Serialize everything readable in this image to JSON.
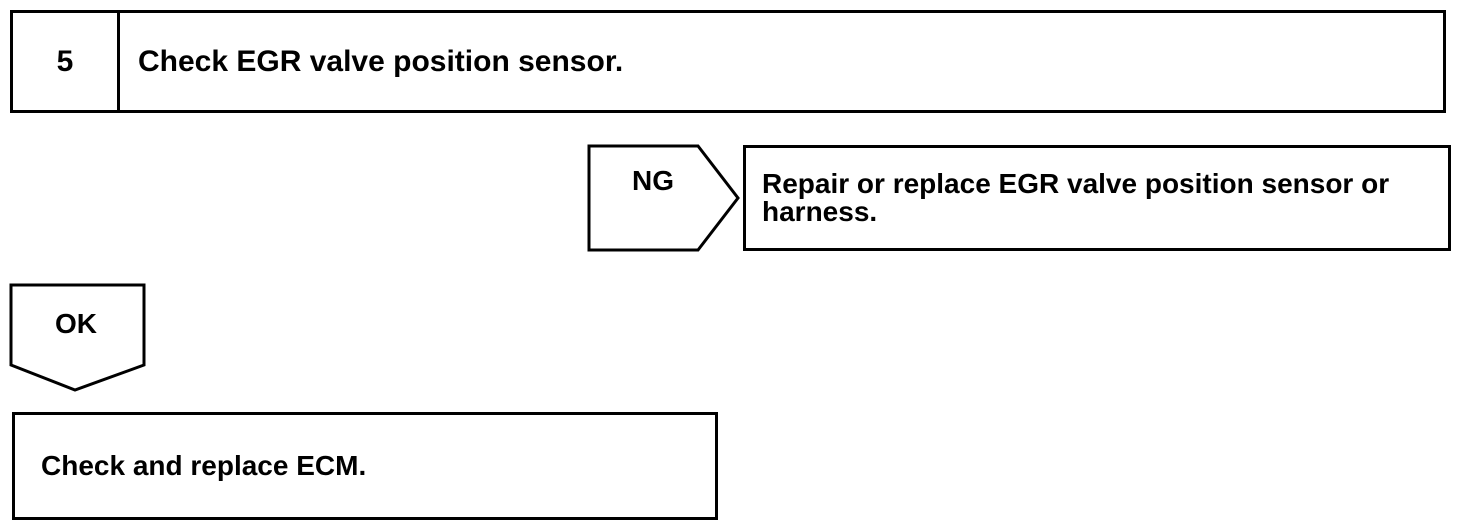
{
  "step": {
    "number": "5",
    "title": "Check EGR valve position sensor."
  },
  "ng_branch": {
    "label": "NG",
    "action": "Repair or replace EGR valve position sensor or harness."
  },
  "ok_branch": {
    "label": "OK",
    "action": "Check and replace ECM."
  }
}
